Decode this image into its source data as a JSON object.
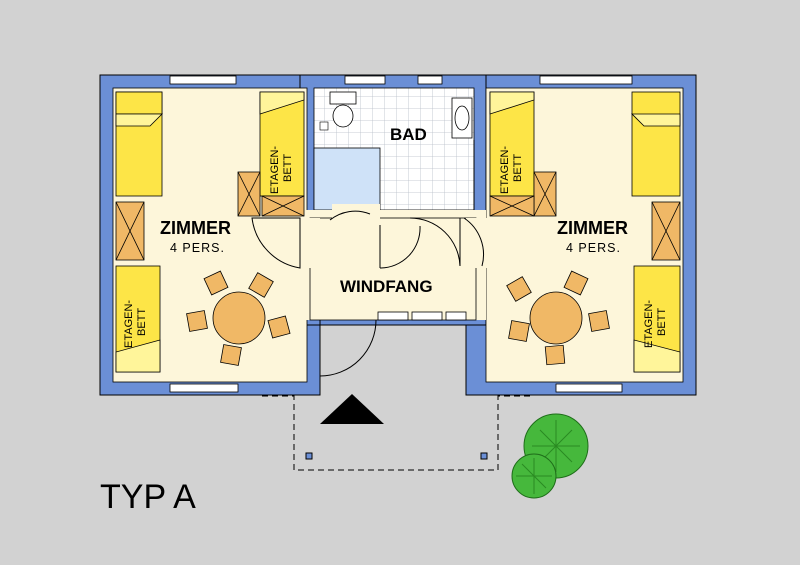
{
  "plan": {
    "title": "TYP A",
    "room_left": {
      "name": "ZIMMER",
      "capacity": "4 PERS."
    },
    "room_right": {
      "name": "ZIMMER",
      "capacity": "4 PERS."
    },
    "bathroom": "BAD",
    "entrance": "WINDFANG",
    "bunk_bed_label": {
      "line1": "ETAGEN-",
      "line2": "BETT"
    }
  },
  "colors": {
    "background": "#d2d2d2",
    "wall": "#6b8fd6",
    "floor": "#fdf6da",
    "bed": "#fde547",
    "furniture": "#f0b866",
    "bath_tile": "#ffffff",
    "shower": "#cfe2f8",
    "plant": "#46b83c"
  }
}
